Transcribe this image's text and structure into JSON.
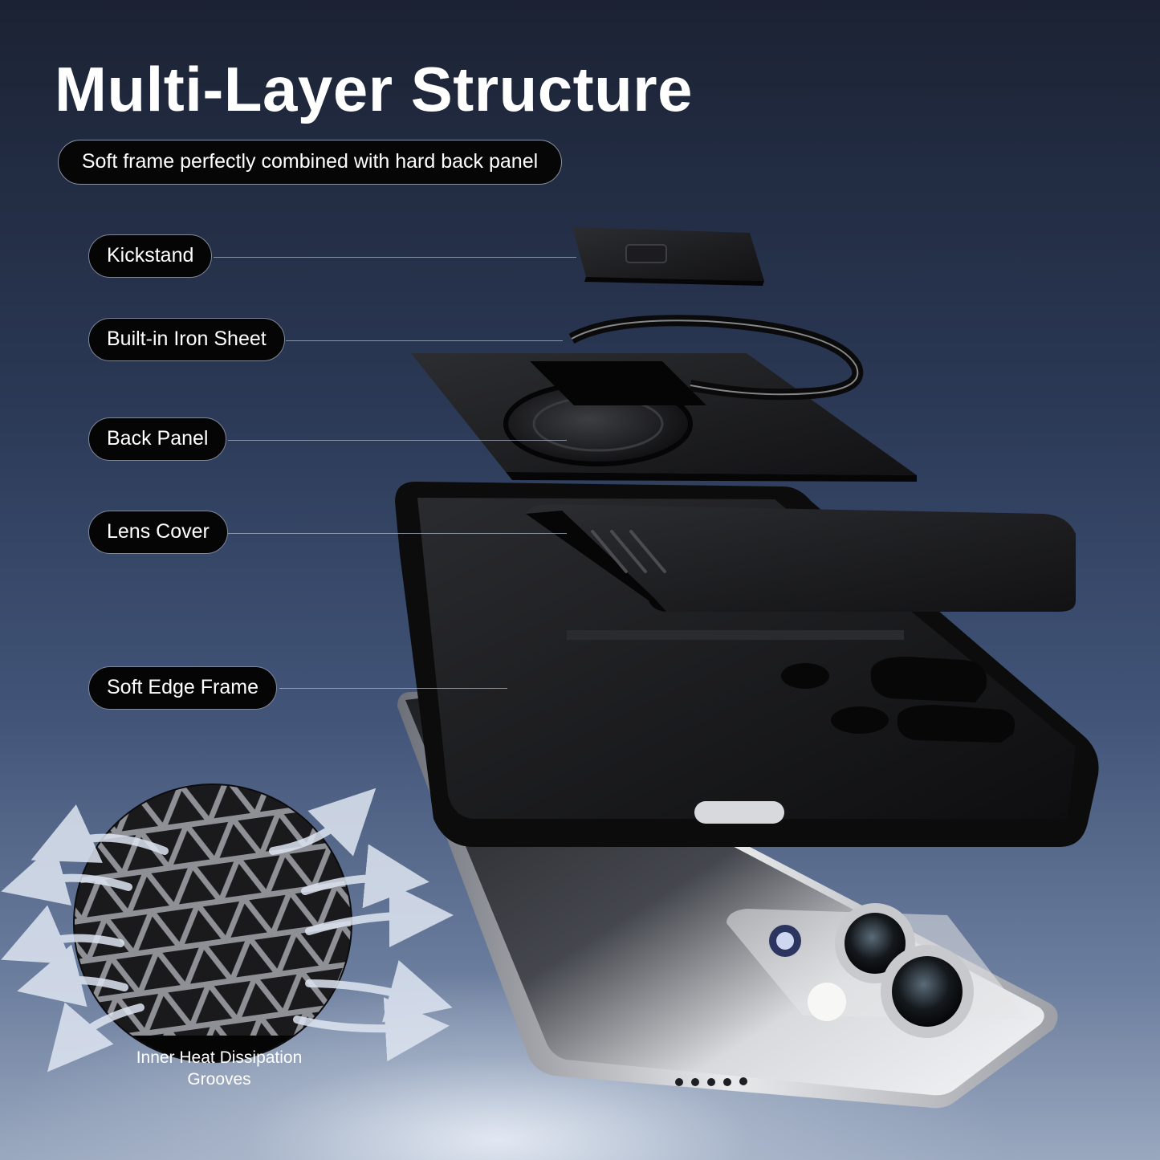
{
  "title": "Multi-Layer Structure",
  "subtitle": "Soft frame perfectly combined with hard back panel",
  "labels": {
    "kickstand": "Kickstand",
    "iron_sheet": "Built-in Iron Sheet",
    "back_panel": "Back Panel",
    "lens_cover": "Lens Cover",
    "soft_edge_frame": "Soft Edge Frame"
  },
  "heat_caption": {
    "line1": "Inner Heat Dissipation",
    "line2": "Grooves"
  },
  "colors": {
    "background_top": "#1b2233",
    "background_bottom": "#9aa8bf",
    "pill_fill": "#050505",
    "pill_border": "#7e8798",
    "case_black": "#141414",
    "phone_silver": "#c9ccd1"
  }
}
